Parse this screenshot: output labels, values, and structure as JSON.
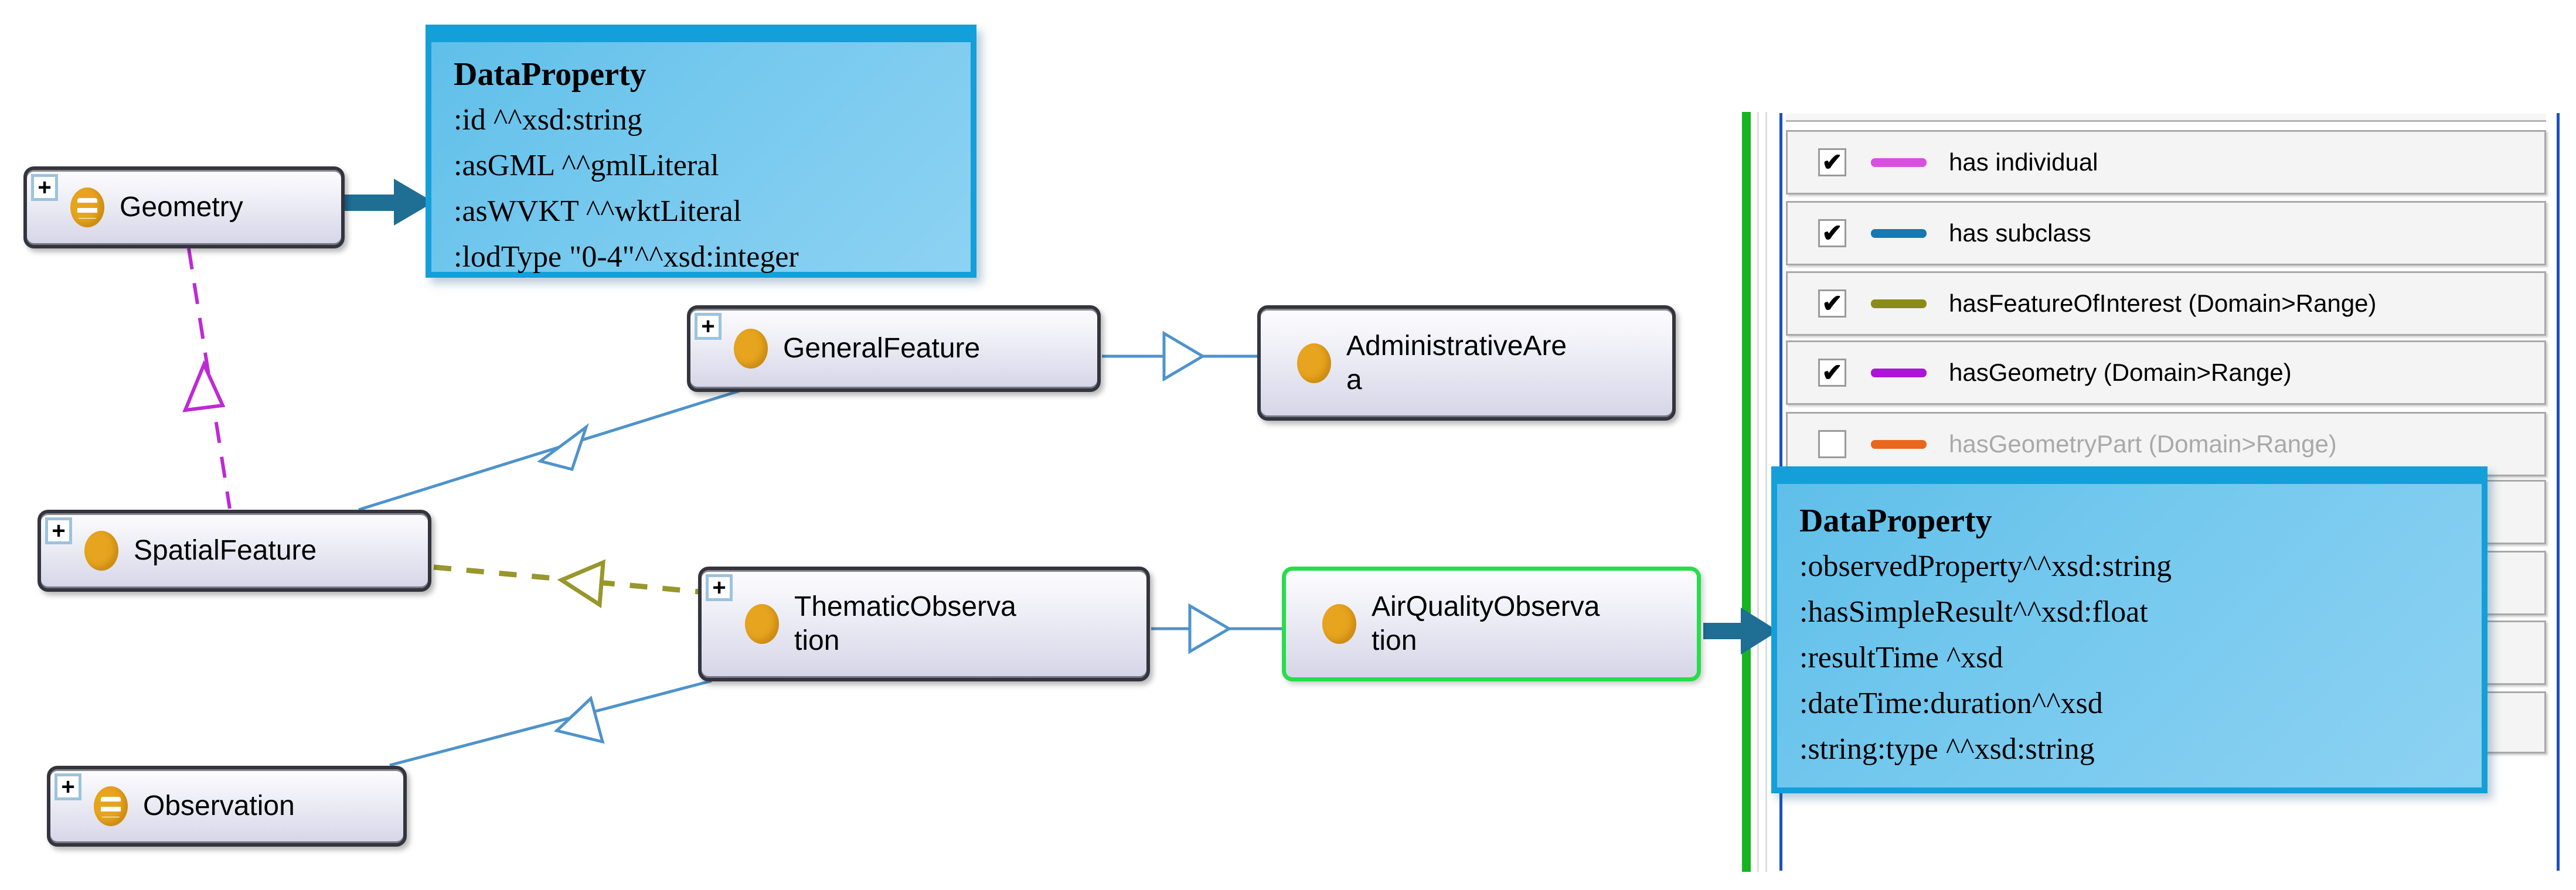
{
  "diagram": {
    "expand_glyph": "+",
    "nodes": [
      {
        "id": "geometry",
        "label": "Geometry",
        "type": "class-with-individuals",
        "selected": false
      },
      {
        "id": "spatial-feature",
        "label": "SpatialFeature",
        "type": "class",
        "selected": false
      },
      {
        "id": "observation",
        "label": "Observation",
        "type": "class-with-individuals",
        "selected": false
      },
      {
        "id": "general-feature",
        "label": "GeneralFeature",
        "type": "class",
        "selected": false
      },
      {
        "id": "administrative-area",
        "label": "AdministrativeArea",
        "type": "class",
        "selected": false
      },
      {
        "id": "thematic-observation",
        "label": "ThematicObservation",
        "type": "class",
        "selected": false
      },
      {
        "id": "air-quality-observation",
        "label": "AirQualityObservation",
        "type": "class",
        "selected": true
      }
    ],
    "callouts": [
      {
        "title": "DataProperty",
        "lines": [
          ":id ^^xsd:string",
          ":asGML ^^gmlLiteral",
          ":asWVKT ^^wktLiteral",
          ":lodType \"0-4\"^^xsd:integer"
        ]
      },
      {
        "title": "DataProperty",
        "lines": [
          ":observedProperty^^xsd:string",
          ":hasSimpleResult^^xsd:float",
          ":resultTime ^xsd",
          ":dateTime:duration^^xsd",
          ":string:type ^^xsd:string"
        ]
      }
    ]
  },
  "legend": {
    "items": [
      {
        "label": "has individual",
        "checked": true,
        "checkmark": "✔",
        "color": "#d94fe0"
      },
      {
        "label": "has subclass",
        "checked": true,
        "checkmark": "✔",
        "color": "#1878b0"
      },
      {
        "label": "hasFeatureOfInterest (Domain>Range)",
        "checked": true,
        "checkmark": "✔",
        "color": "#8b8b1a"
      },
      {
        "label": "hasGeometry (Domain>Range)",
        "checked": true,
        "checkmark": "✔",
        "color": "#ab16d4"
      },
      {
        "label": "hasGeometryPart (Domain>Range)",
        "checked": false,
        "checkmark": "",
        "color": "#e8671c"
      }
    ]
  },
  "colors": {
    "subclass_line": "#4e93cb",
    "has_geometry_line": "#be2ad4",
    "feature_of_interest_line": "#97972c",
    "dataproperty_arrow": "#1f6e94",
    "selection_border": "#27dd4b",
    "panel_border": "#1c4fc2",
    "panel_rail": "#17b421",
    "arrowhead_fill": "#ffffff"
  }
}
